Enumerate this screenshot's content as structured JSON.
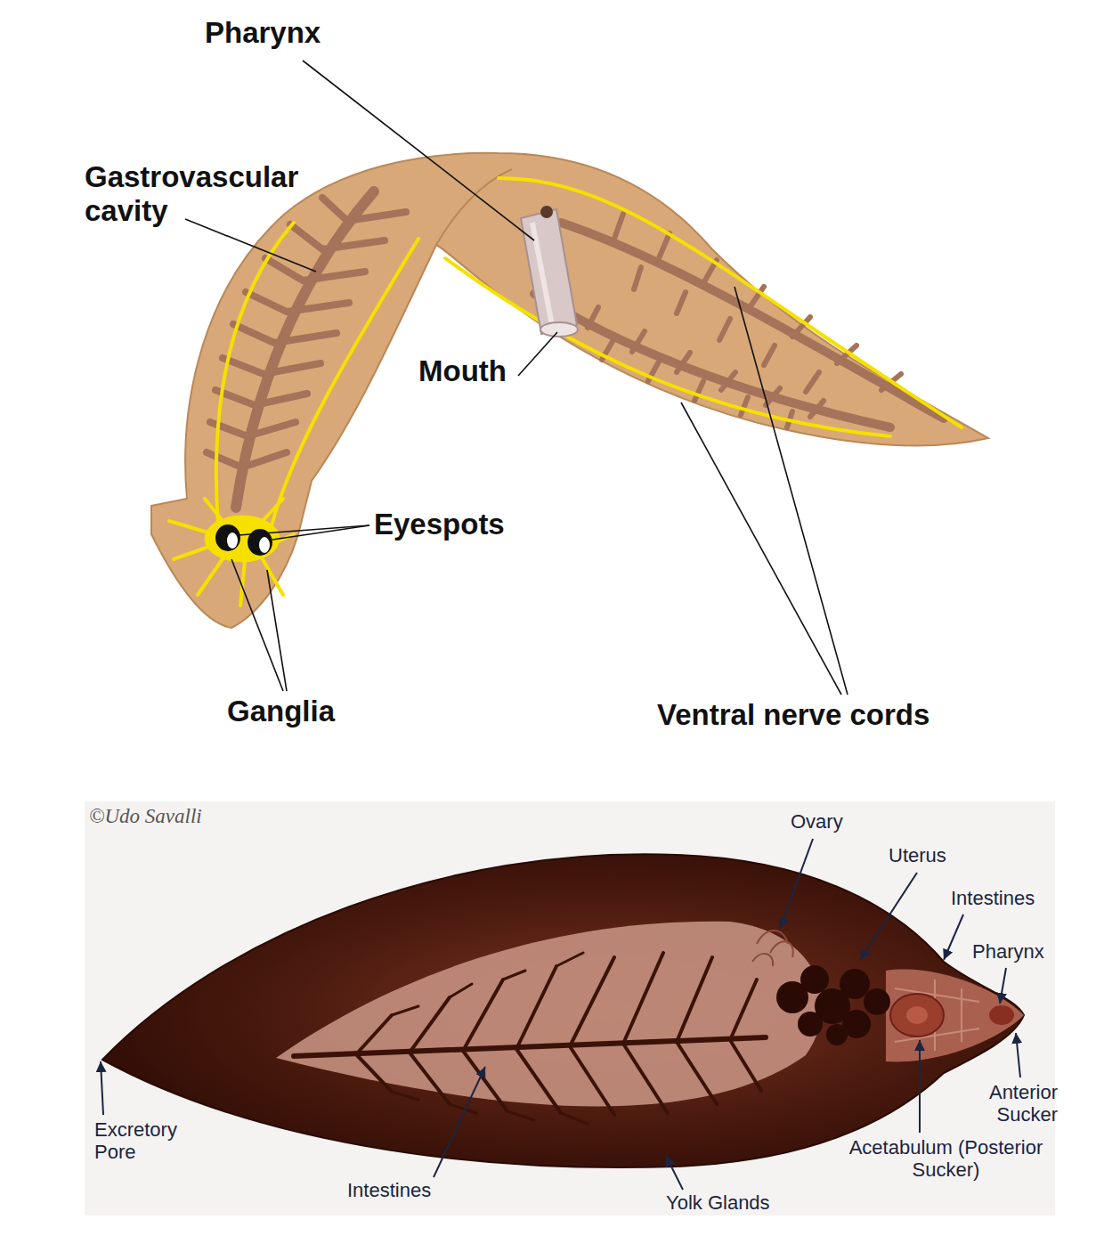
{
  "diagram": {
    "labels": [
      "Pharynx",
      "Gastrovascular cavity",
      "Mouth",
      "Eyespots",
      "Ganglia",
      "Ventral nerve cords",
      "©Udo Savalli",
      "Ovary",
      "Uterus",
      "Intestines",
      "Pharynx",
      "Anterior Sucker",
      "Acetabulum (Posterior Sucker)",
      "Excretory Pore",
      "Intestines",
      "Yolk Glands"
    ]
  }
}
